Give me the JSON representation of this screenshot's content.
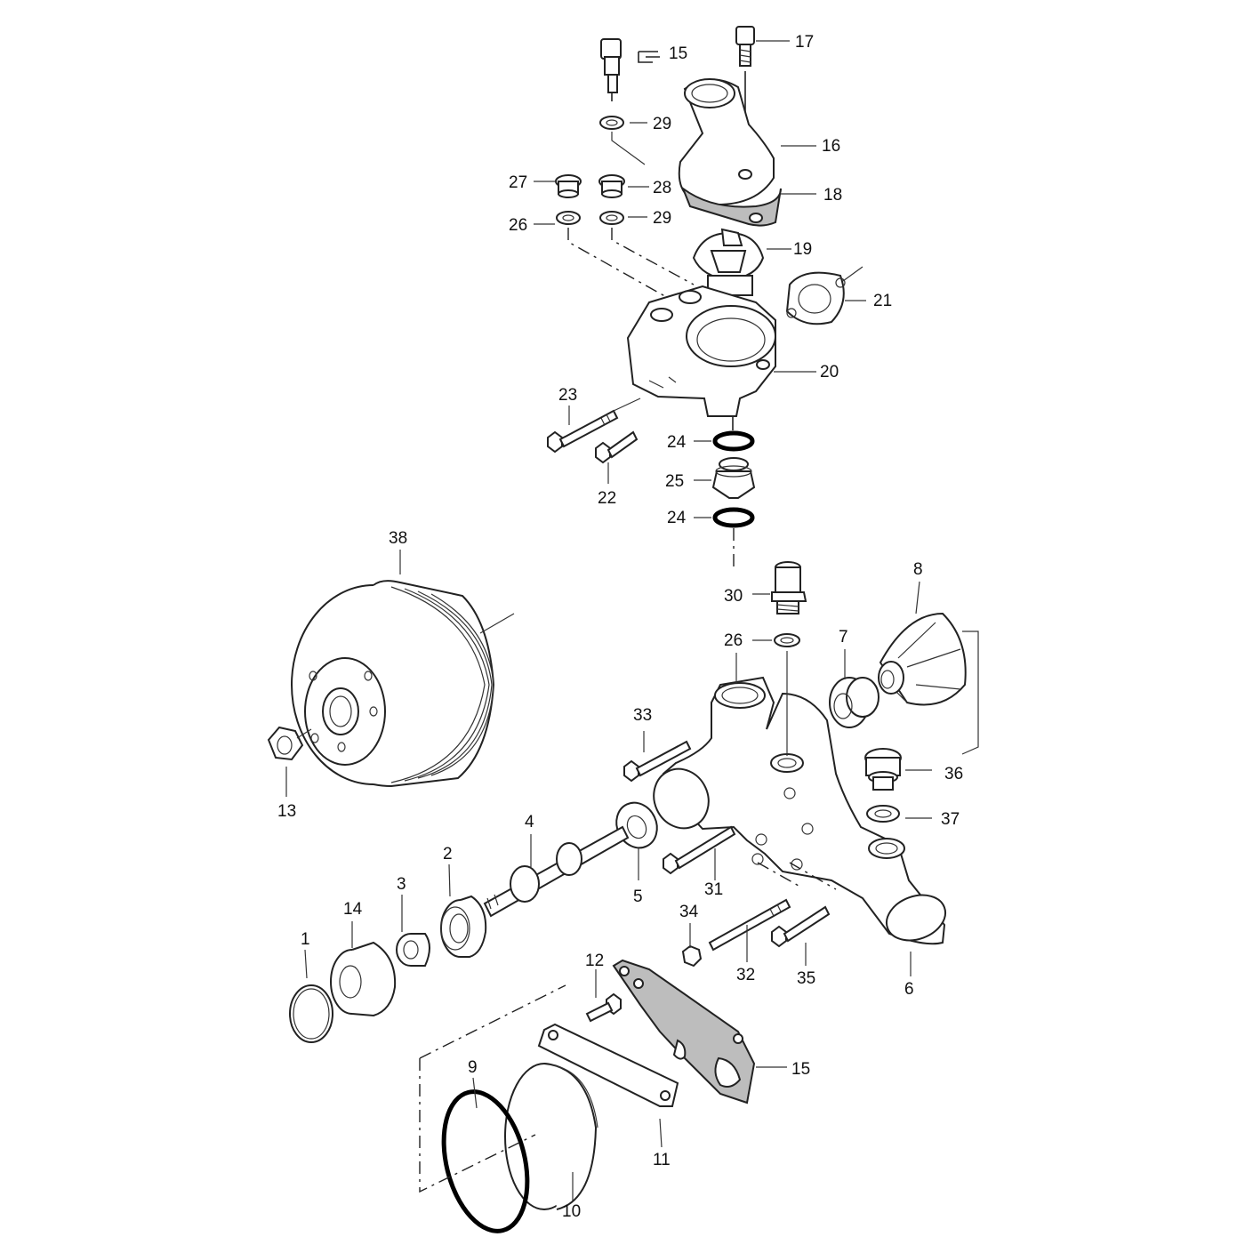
{
  "callouts": [
    "1",
    "2",
    "3",
    "4",
    "5",
    "6",
    "7",
    "8",
    "9",
    "10",
    "11",
    "12",
    "13",
    "14",
    "15",
    "15",
    "16",
    "17",
    "18",
    "19",
    "20",
    "21",
    "22",
    "23",
    "24",
    "24",
    "25",
    "26",
    "26",
    "27",
    "28",
    "29",
    "29",
    "30",
    "31",
    "32",
    "33",
    "34",
    "35",
    "36",
    "37",
    "38"
  ],
  "colors": {
    "line": "#222222",
    "gasket": "#bdbdbd",
    "background": "#ffffff"
  },
  "icons": {
    "reference_marker": "pointing-hand-icon"
  }
}
